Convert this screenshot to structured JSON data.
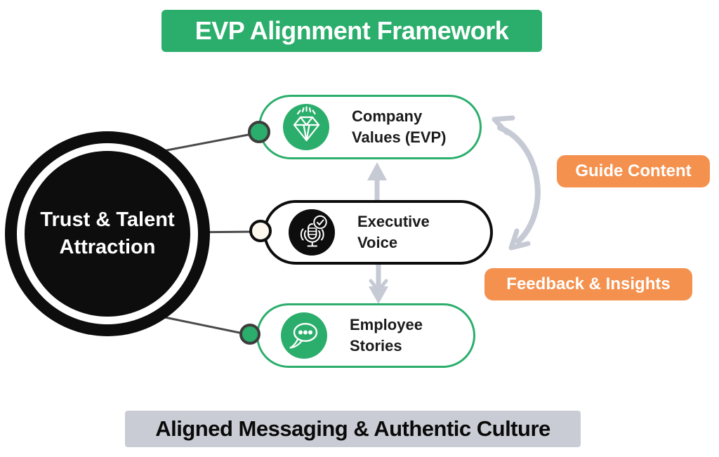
{
  "title": "EVP Alignment Framework",
  "hub": {
    "line1": "Trust & Talent",
    "line2": "Attraction"
  },
  "nodes": [
    {
      "id": "company-values",
      "line1": "Company",
      "line2": "Values (EVP)",
      "icon": "diamond-gem-icon"
    },
    {
      "id": "executive-voice",
      "line1": "Executive",
      "line2": "Voice",
      "icon": "microphone-broadcast-icon"
    },
    {
      "id": "employee-stories",
      "line1": "Employee",
      "line2": "Stories",
      "icon": "speech-bubble-icon"
    }
  ],
  "side_labels": {
    "guide": "Guide Content",
    "feedback": "Feedback & Insights"
  },
  "footer": "Aligned Messaging & Authentic Culture",
  "colors": {
    "green": "#2bae6c",
    "orange": "#f5914e",
    "ink": "#0d0d0d",
    "arrowgray": "#c6cad4",
    "footerbg": "#c9ccd4",
    "linegray": "#4a4a4a",
    "textdark": "#1b1b1b",
    "cream": "#fcf8ee"
  }
}
